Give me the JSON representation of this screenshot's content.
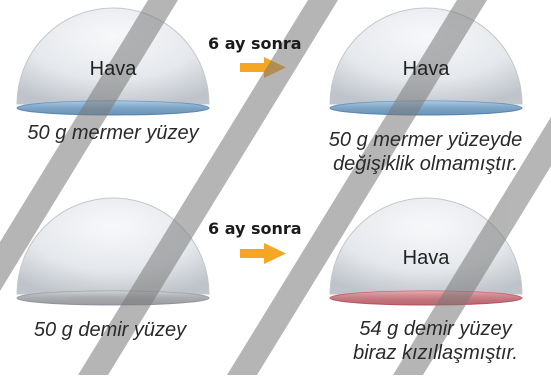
{
  "experiments": [
    {
      "before": {
        "dome_label": "Hava",
        "caption": "50 g mermer yüzey"
      },
      "arrow_label": "6 ay sonra",
      "after": {
        "dome_label": "Hava",
        "caption_line1": "50 g mermer yüzeyde",
        "caption_line2": "değişiklik olmamıştır."
      }
    },
    {
      "before": {
        "dome_label": "",
        "caption": "50 g demir yüzey"
      },
      "arrow_label": "6 ay sonra",
      "after": {
        "dome_label": "Hava",
        "caption_line1": "54 g demir yüzey",
        "caption_line2": "biraz kızıllaşmıştır."
      }
    }
  ],
  "colors": {
    "marble_plate": "#7fb2de",
    "iron_plate_clean": "#b9bcc1",
    "iron_plate_rusted": "#e07b87",
    "arrow": "#f6a623",
    "watermark": "#7a7a7a"
  }
}
